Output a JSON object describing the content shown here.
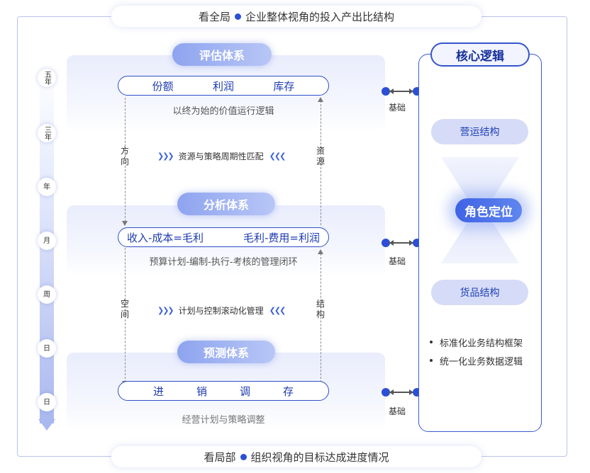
{
  "header": {
    "prefix": "看全局",
    "text": "企业整体视角的投入产出比结构"
  },
  "footer": {
    "prefix": "看局部",
    "text": "组织视角的目标达成进度情况"
  },
  "timeline": [
    "五年",
    "三年",
    "年",
    "月",
    "周",
    "日",
    "日"
  ],
  "evaluation": {
    "title": "评估体系",
    "items": [
      "份额",
      "利润",
      "库存"
    ],
    "caption": "以终为始的价值运行逻辑"
  },
  "link1": {
    "left": "方向",
    "middle": "资源与策略周期性匹配",
    "right": "资源"
  },
  "analysis": {
    "title": "分析体系",
    "items": [
      "收入-成本=毛利",
      "毛利-费用=利润"
    ],
    "caption": "预算计划-编制-执行-考核的管理闭环"
  },
  "link2": {
    "left": "空间",
    "middle": "计划与控制滚动化管理",
    "right": "结构"
  },
  "forecast": {
    "title": "预测体系",
    "items": [
      "进",
      "销",
      "调",
      "存"
    ],
    "caption": "经营计划与策略调整"
  },
  "connectors": {
    "label": "基础"
  },
  "core": {
    "title": "核心逻辑",
    "top_pill": "营运结构",
    "center": "角色定位",
    "bottom_pill": "货品结构",
    "bullets": [
      "标准化业务结构框架",
      "统一化业务数据逻辑"
    ]
  },
  "colors": {
    "accent": "#2b4fd6",
    "pill": "#d6dcf7",
    "panel": "#e9edfc"
  }
}
